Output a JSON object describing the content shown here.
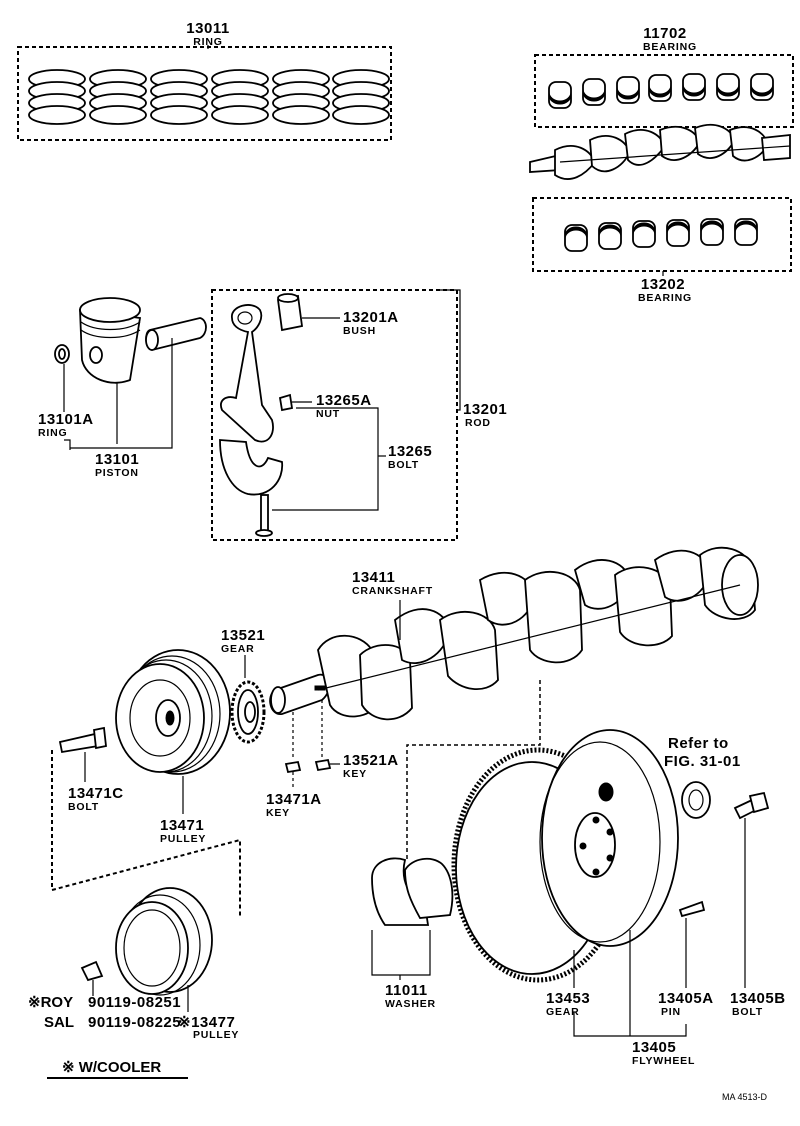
{
  "labels": {
    "ring_13011": {
      "pn": "13011",
      "name": "RING"
    },
    "bearing_11702": {
      "pn": "11702",
      "name": "BEARING"
    },
    "bearing_13202": {
      "pn": "13202",
      "name": "BEARING"
    },
    "bush_13201A": {
      "pn": "13201A",
      "name": "BUSH"
    },
    "nut_13265A": {
      "pn": "13265A",
      "name": "NUT"
    },
    "rod_13201": {
      "pn": "13201",
      "name": "ROD"
    },
    "bolt_13265": {
      "pn": "13265",
      "name": "BOLT"
    },
    "ring_13101A": {
      "pn": "13101A",
      "name": "RING"
    },
    "piston_13101": {
      "pn": "13101",
      "name": "PISTON"
    },
    "crankshaft_13411": {
      "pn": "13411",
      "name": "CRANKSHAFT"
    },
    "gear_13521": {
      "pn": "13521",
      "name": "GEAR"
    },
    "key_13521A": {
      "pn": "13521A",
      "name": "KEY"
    },
    "key_13471A": {
      "pn": "13471A",
      "name": "KEY"
    },
    "bolt_13471C": {
      "pn": "13471C",
      "name": "BOLT"
    },
    "pulley_13471": {
      "pn": "13471",
      "name": "PULLEY"
    },
    "washer_11011": {
      "pn": "11011",
      "name": "WASHER"
    },
    "gear_13453": {
      "pn": "13453",
      "name": "GEAR"
    },
    "pin_13405A": {
      "pn": "13405A",
      "name": "PIN"
    },
    "bolt_13405B": {
      "pn": "13405B",
      "name": "BOLT"
    },
    "flywheel_13405": {
      "pn": "13405",
      "name": "FLYWHEEL"
    },
    "pulley_13477": {
      "pn": "※13477",
      "name": "PULLEY"
    }
  },
  "refer": {
    "line1": "Refer to",
    "line2": "FIG. 31-01"
  },
  "cooler_bolts": {
    "row1_prefix": "※ROY",
    "row1_pn": "90119-08251",
    "row2_prefix": "SAL",
    "row2_pn": "90119-08225"
  },
  "legend": {
    "text": "※ W/COOLER"
  },
  "figure_code": "MA  4513-D"
}
